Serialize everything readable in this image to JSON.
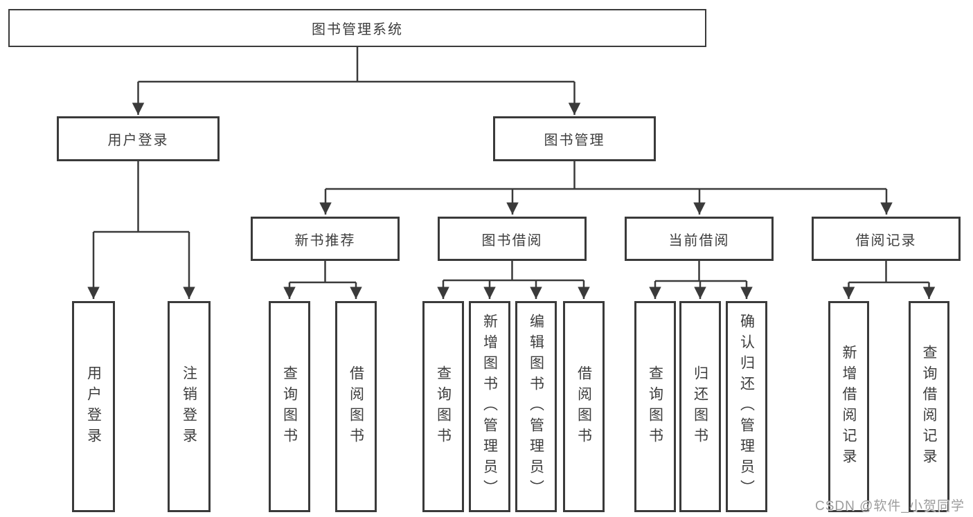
{
  "colors": {
    "line": "#3a3a3a",
    "box_border": "#3a3a3a",
    "box_fill": "#ffffff",
    "text": "#3d3d3d",
    "watermark": "#9c9c9c"
  },
  "watermark": {
    "text": "CSDN @软件_小贺同学"
  },
  "diagram_type": "hierarchy-tree",
  "tree": {
    "label": "图书管理系统",
    "children": [
      {
        "label": "用户登录",
        "children": [
          {
            "label": "用户登录"
          },
          {
            "label": "注销登录"
          }
        ]
      },
      {
        "label": "图书管理",
        "children": [
          {
            "label": "新书推荐",
            "children": [
              {
                "label": "查询图书"
              },
              {
                "label": "借阅图书"
              }
            ]
          },
          {
            "label": "图书借阅",
            "children": [
              {
                "label": "查询图书"
              },
              {
                "label": "新增图书（管理员）"
              },
              {
                "label": "编辑图书（管理员）"
              },
              {
                "label": "借阅图书"
              }
            ]
          },
          {
            "label": "当前借阅",
            "children": [
              {
                "label": "查询图书"
              },
              {
                "label": "归还图书"
              },
              {
                "label": "确认归还（管理员）"
              }
            ]
          },
          {
            "label": "借阅记录",
            "children": [
              {
                "label": "新增借阅记录"
              },
              {
                "label": "查询借阅记录"
              }
            ]
          }
        ]
      }
    ]
  }
}
